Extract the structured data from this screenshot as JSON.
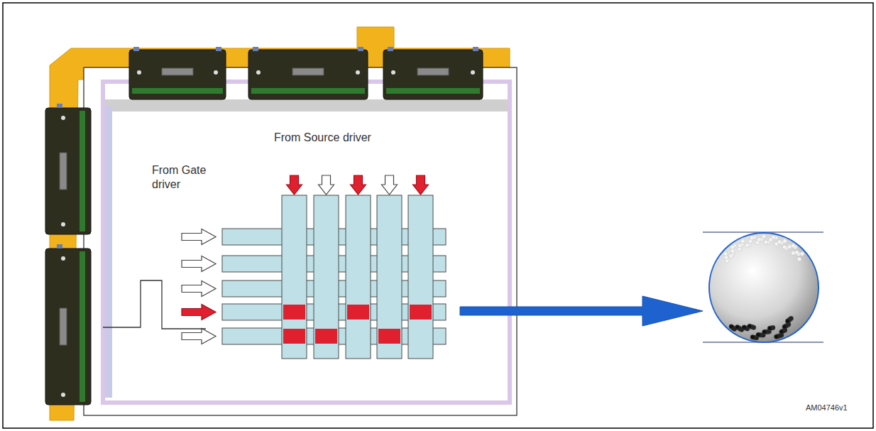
{
  "diagram": {
    "labels": [
      "From Source driver",
      "From Gate driver",
      "AM04746v1"
    ]
  }
}
